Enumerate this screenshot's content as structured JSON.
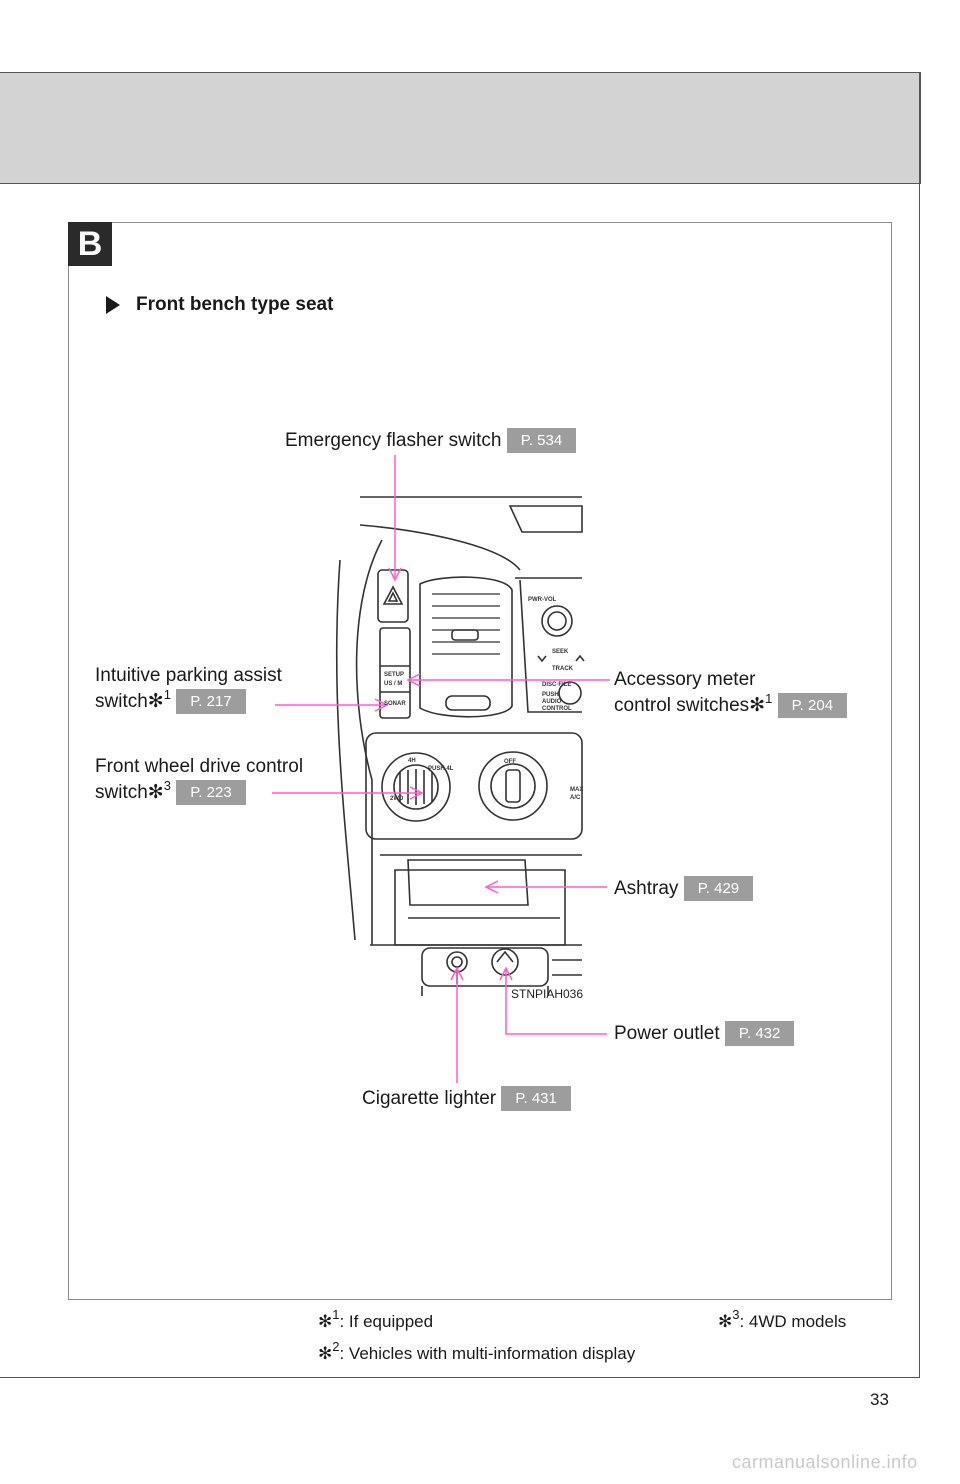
{
  "section_letter": "B",
  "subtitle": "Front bench type seat",
  "figure_code": "STNPIAH036",
  "callouts": {
    "emergency": {
      "label": "Emergency flasher switch",
      "page": "P. 534"
    },
    "parking": {
      "label_line1": "Intuitive parking assist",
      "label_line2": "switch",
      "mark": "✻",
      "note": "1",
      "page": "P. 217"
    },
    "frontwheel": {
      "label_line1": "Front wheel drive control",
      "label_line2": "switch",
      "mark": "✻",
      "note": "3",
      "page": "P. 223"
    },
    "accessory": {
      "label_line1": "Accessory meter",
      "label_line2": "control switches",
      "mark": "✻",
      "note": "1",
      "page": "P. 204"
    },
    "ashtray": {
      "label": "Ashtray",
      "page": "P. 429"
    },
    "power": {
      "label": "Power outlet",
      "page": "P. 432"
    },
    "cigarette": {
      "label": "Cigarette lighter",
      "page": "P. 431"
    }
  },
  "footnotes": [
    {
      "mark": "✻",
      "num": "1",
      "text": ": If equipped"
    },
    {
      "mark": "✻",
      "num": "2",
      "text": ": Vehicles with multi-information display"
    },
    {
      "mark": "✻",
      "num": "3",
      "text": ": 4WD models"
    }
  ],
  "dash_text": {
    "pwr_vol": "PWR-VOL",
    "seek": "SEEK",
    "track": "TRACK",
    "disc_file": "DISC·FILE",
    "push": "PUSH",
    "audio": "AUDIO",
    "control": "CONTROL",
    "setup": "SETUP",
    "us_m": "US / M",
    "sonar": "SONAR",
    "off": "OFF",
    "max": "MAX",
    "ac": "A/C",
    "h2": "2WD",
    "h4": "4H",
    "push4l": "PUSH 4L"
  },
  "page_number": "33",
  "watermark": "carmanualsonline.info",
  "colors": {
    "callout_line": "#ff5fc8",
    "header_band": "#d3d3d3",
    "page_badge": "#9d9d9d",
    "section_badge": "#2a2a2a"
  }
}
